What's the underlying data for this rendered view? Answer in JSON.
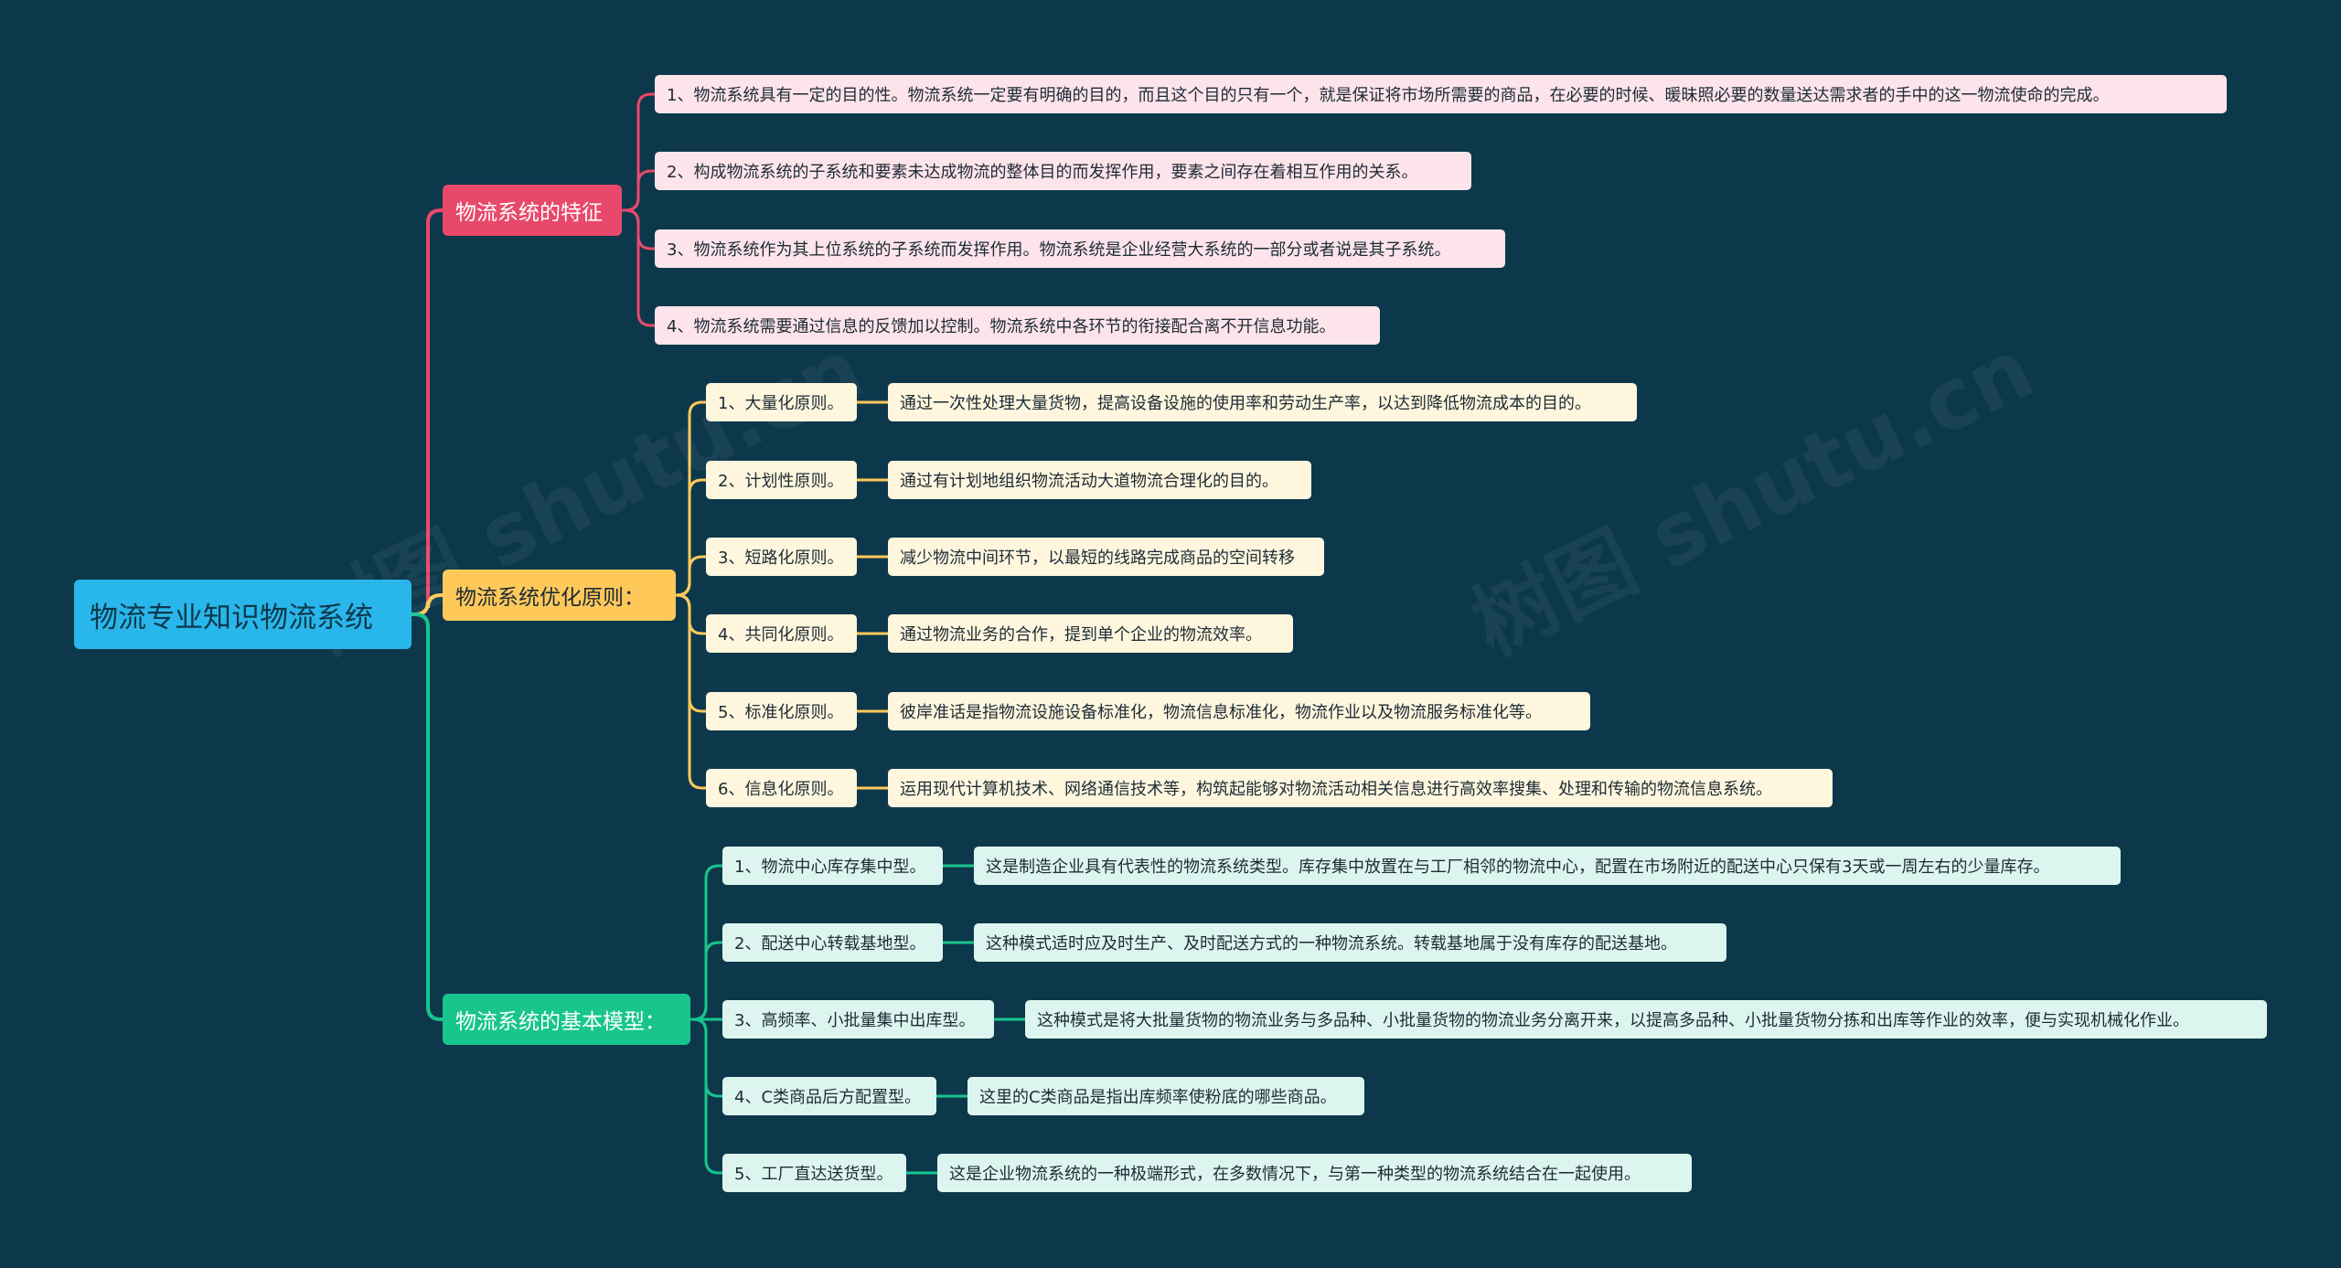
{
  "colors": {
    "background": "#0d384b",
    "root": "#29b6ea",
    "branch_features": "#e8496a",
    "branch_principles": "#ffc95a",
    "branch_models": "#17c58d"
  },
  "mindmap": {
    "root": "物流专业知识物流系统",
    "branches": [
      {
        "label": "物流系统的特征",
        "items": [
          "1、物流系统具有一定的目的性。物流系统一定要有明确的目的，而且这个目的只有一个，就是保证将市场所需要的商品，在必要的时候、暖昧照必要的数量送达需求者的手中的这一物流使命的完成。",
          "2、构成物流系统的子系统和要素未达成物流的整体目的而发挥作用，要素之间存在着相互作用的关系。",
          "3、物流系统作为其上位系统的子系统而发挥作用。物流系统是企业经营大系统的一部分或者说是其子系统。",
          "4、物流系统需要通过信息的反馈加以控制。物流系统中各环节的衔接配合离不开信息功能。"
        ]
      },
      {
        "label": "物流系统优化原则：",
        "items": [
          {
            "label": "1、大量化原则。",
            "detail": "通过一次性处理大量货物，提高设备设施的使用率和劳动生产率，以达到降低物流成本的目的。"
          },
          {
            "label": "2、计划性原则。",
            "detail": "通过有计划地组织物流活动大道物流合理化的目的。"
          },
          {
            "label": "3、短路化原则。",
            "detail": "减少物流中间环节，以最短的线路完成商品的空间转移"
          },
          {
            "label": "4、共同化原则。",
            "detail": "通过物流业务的合作，提到单个企业的物流效率。"
          },
          {
            "label": "5、标准化原则。",
            "detail": "彼岸准话是指物流设施设备标准化，物流信息标准化，物流作业以及物流服务标准化等。"
          },
          {
            "label": "6、信息化原则。",
            "detail": "运用现代计算机技术、网络通信技术等，构筑起能够对物流活动相关信息进行高效率搜集、处理和传输的物流信息系统。"
          }
        ]
      },
      {
        "label": "物流系统的基本模型：",
        "items": [
          {
            "label": "1、物流中心库存集中型。",
            "detail": "这是制造企业具有代表性的物流系统类型。库存集中放置在与工厂相邻的物流中心，配置在市场附近的配送中心只保有3天或一周左右的少量库存。"
          },
          {
            "label": "2、配送中心转载基地型。",
            "detail": "这种模式适时应及时生产、及时配送方式的一种物流系统。转载基地属于没有库存的配送基地。"
          },
          {
            "label": "3、高频率、小批量集中出库型。",
            "detail": "这种模式是将大批量货物的物流业务与多品种、小批量货物的物流业务分离开来，以提高多品种、小批量货物分拣和出库等作业的效率，便与实现机械化作业。"
          },
          {
            "label": "4、C类商品后方配置型。",
            "detail": "这里的C类商品是指出库频率使粉底的哪些商品。"
          },
          {
            "label": "5、工厂直达送货型。",
            "detail": "这是企业物流系统的一种极端形式，在多数情况下，与第一种类型的物流系统结合在一起使用。"
          }
        ]
      }
    ]
  }
}
